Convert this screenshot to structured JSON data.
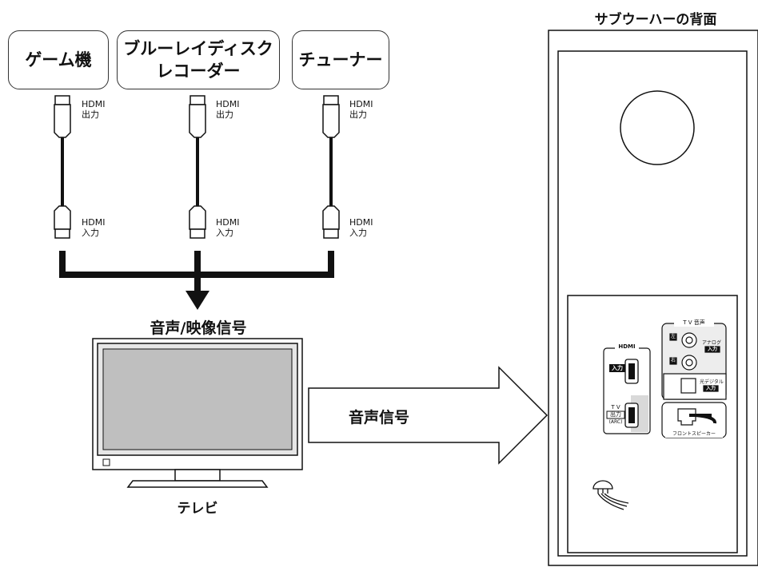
{
  "devices": [
    {
      "label": "ゲーム機"
    },
    {
      "label": "ブルーレイディスク\nレコーダー"
    },
    {
      "label": "チューナー"
    }
  ],
  "cable_labels": {
    "out_line1": "HDMI",
    "out_line2": "出力",
    "in_line1": "HDMI",
    "in_line2": "入力"
  },
  "signal_label": "音声/映像信号",
  "tv_label": "テレビ",
  "audio_arrow_label": "音声信号",
  "subwoofer": {
    "title": "サブウーハーの背面",
    "hdmi_group_label": "HDMI",
    "hdmi_in_tag": "入力",
    "tv_label": "T V",
    "tv_out_tag": "出力",
    "arc_label": "(ARC)",
    "tv_audio_group_label": "T V 音声",
    "analog_label": "アナログ",
    "analog_tag": "入力",
    "optical_label": "光デジタル",
    "optical_tag": "入力",
    "front_speaker_label": "フロントスピーカー",
    "jack_l": "左",
    "jack_r": "右"
  },
  "colors": {
    "line": "#111111",
    "panel_bg": "#ededed",
    "panel_stroke": "#222222"
  }
}
